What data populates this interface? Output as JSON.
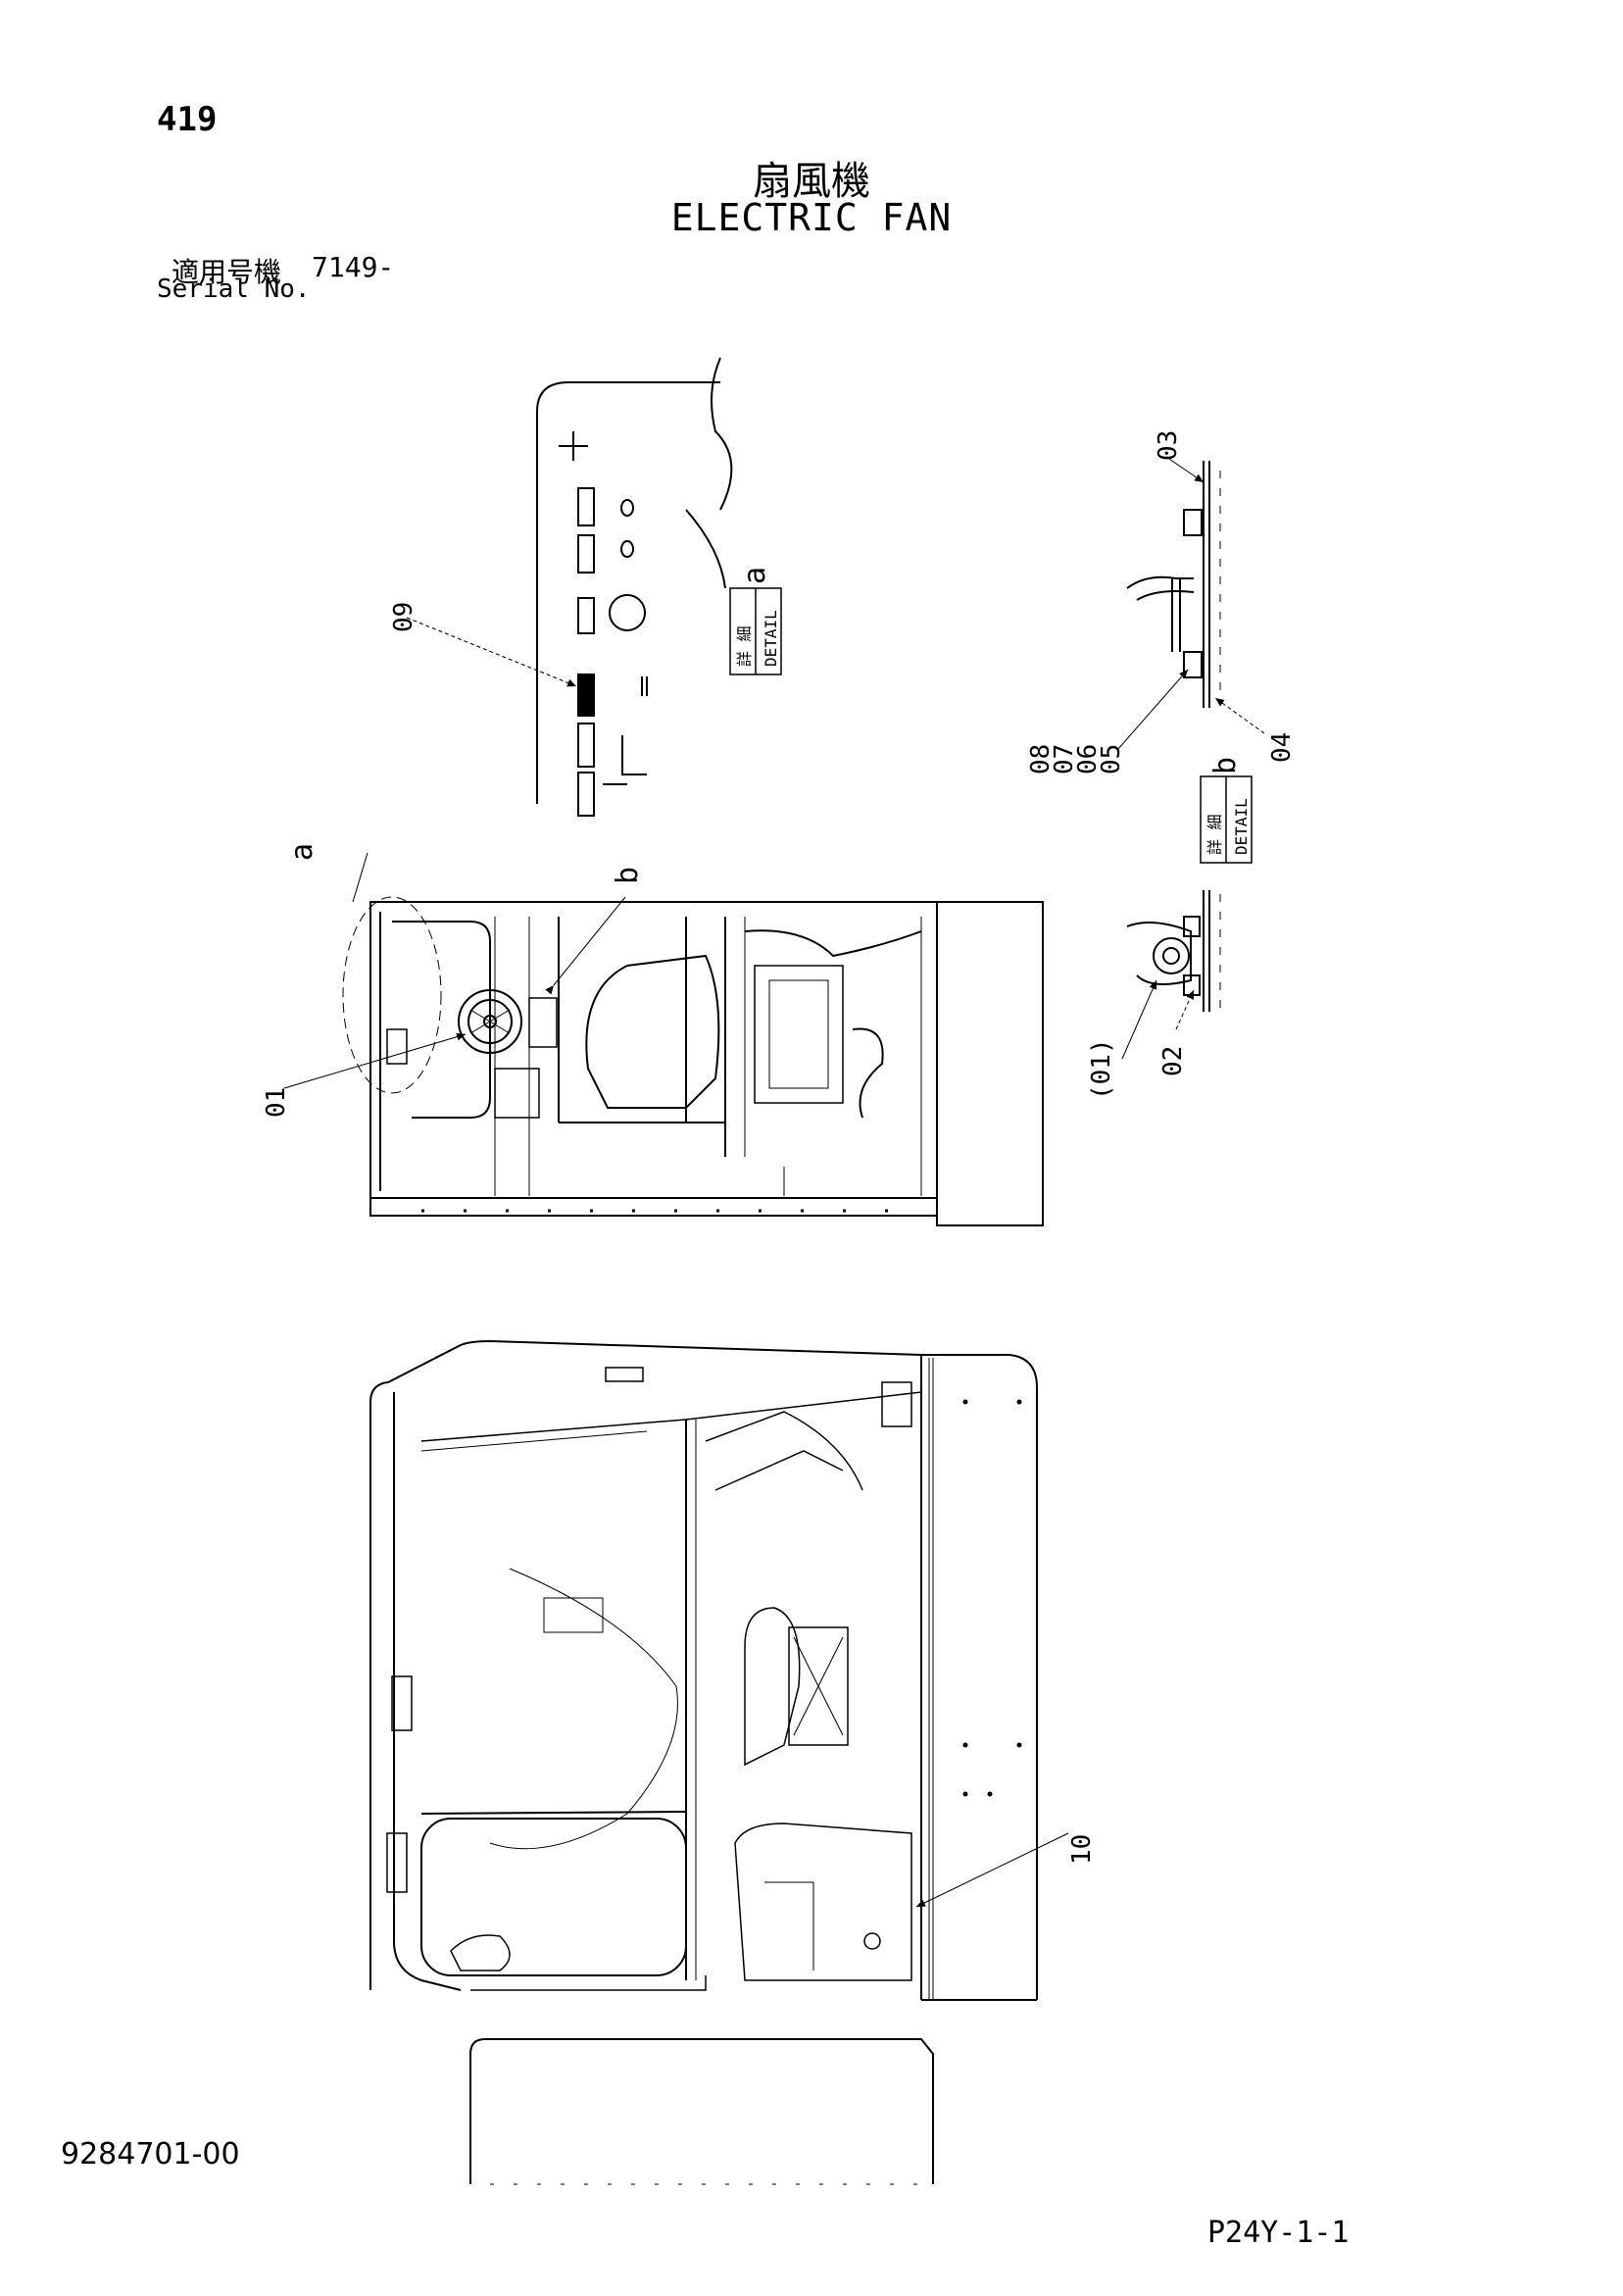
{
  "header": {
    "page_number": "419",
    "title_jp": "扇風機",
    "title_en": "ELECTRIC FAN",
    "serial_label_jp": "適用号機",
    "serial_value": "7149-",
    "serial_label_en": "Serial No."
  },
  "callouts": {
    "p01": "01",
    "p02": "02",
    "p03": "03",
    "p04": "04",
    "p05": "05",
    "p06": "06",
    "p07": "07",
    "p08": "08",
    "p09": "09",
    "p10": "10",
    "p01_ref": "(01)",
    "view_a": "a",
    "view_b": "b"
  },
  "detail_boxes": {
    "a": {
      "jp": "詳 細",
      "en": "DETAIL",
      "letter": "a"
    },
    "b": {
      "jp": "詳 細",
      "en": "DETAIL",
      "letter": "b"
    }
  },
  "footer": {
    "doc_number": "9284701-00",
    "page_code": "P24Y-1-1"
  }
}
